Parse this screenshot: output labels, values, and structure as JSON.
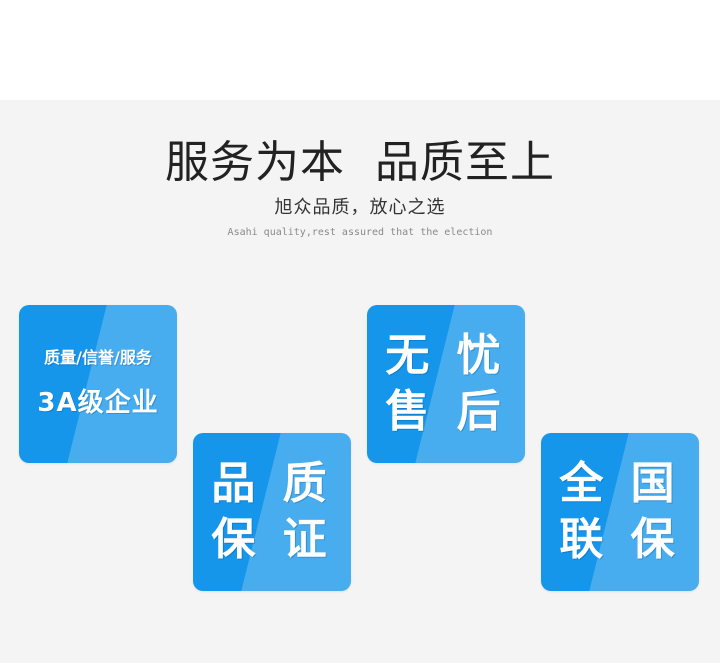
{
  "header": {
    "title": "服务为本  品质至上",
    "subtitle": "旭众品质，放心之选",
    "english": "Asahi quality,rest assured that the election"
  },
  "cards": [
    {
      "line1": "质量/信誉/服务",
      "line2": "3A级企业"
    },
    {
      "line1": "品 质",
      "line2": "保 证"
    },
    {
      "line1": "无 忧",
      "line2": "售 后"
    },
    {
      "line1": "全 国",
      "line2": "联 保"
    }
  ],
  "colors": {
    "card_blue": "#1596ea",
    "panel_grey": "#f4f4f4",
    "title_text": "#222222"
  }
}
